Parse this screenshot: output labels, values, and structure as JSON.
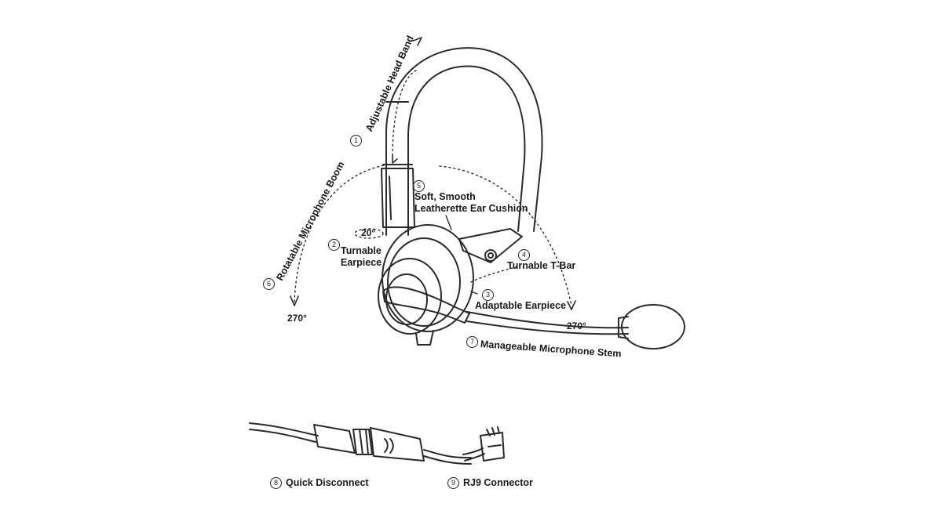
{
  "diagram": {
    "callouts": [
      {
        "number": "1",
        "text": "Adjustable Head Band"
      },
      {
        "number": "2",
        "line1": "Turnable",
        "line2": "Earpiece",
        "angle": "20°"
      },
      {
        "number": "3",
        "text": "Adaptable Earpiece"
      },
      {
        "number": "4",
        "text": "Turnable T-Bar"
      },
      {
        "number": "5",
        "line1": "Soft, Smooth",
        "line2": "Leatherette Ear Cushion"
      },
      {
        "number": "6",
        "text": "Rotatable Microphone Boom",
        "angle_left": "270°",
        "angle_right": "270°"
      },
      {
        "number": "7",
        "text": "Manageable Microphone Stem"
      },
      {
        "number": "8",
        "text": "Quick Disconnect"
      },
      {
        "number": "9",
        "text": "RJ9 Connector"
      }
    ],
    "colors": {
      "line": "#2a2a2a",
      "label": "#1a1a1a",
      "background": "#ffffff"
    }
  }
}
